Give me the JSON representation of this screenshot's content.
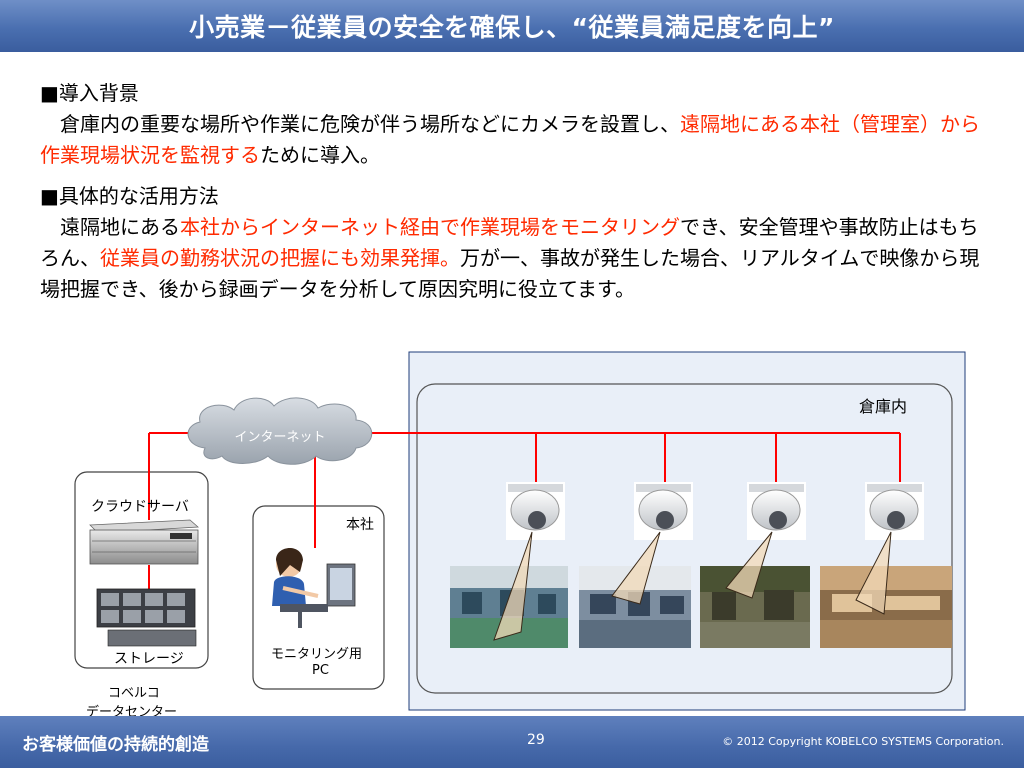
{
  "header": {
    "title": "小売業－従業員の安全を確保し、“従業員満足度を向上”"
  },
  "intro": {
    "heading": "■導入背景",
    "line1": "倉庫内の重要な場所や作業に危険が伴う場所などにカメラを設置し、",
    "line1_red": "遠隔地にある本社（管理室）から作業現場状況を監視する",
    "line1_tail": "ために導入。"
  },
  "usage": {
    "heading": "■具体的な活用方法",
    "part1": "遠隔地にある",
    "part1_red": "本社からインターネット経由で作業現場をモニタリング",
    "part2": "でき、安全管理や事故防止はもちろん、",
    "part2_red": "従業員の勤務状況の把握にも効果発揮。",
    "part3": "万が一、事故が発生した場合、リアルタイムで映像から現場把握でき、後から録画データを分析して原因究明に役立てます。"
  },
  "diagram": {
    "internet": "インターネット",
    "warehouse": "倉庫内",
    "cloud_server": "クラウドサーバ",
    "storage": "ストレージ",
    "datacenter_line1": "コベルコ",
    "datacenter_line2": "データセンター",
    "headquarters": "本社",
    "monitor_pc_line1": "モニタリング用",
    "monitor_pc_line2": "PC",
    "camera_count_visible": 4,
    "accent_color": "#ff0000"
  },
  "footer": {
    "left": "お客様価値の持続的創造",
    "page": "29",
    "copyright": "©  2012 Copyright  KOBELCO SYSTEMS Corporation."
  }
}
